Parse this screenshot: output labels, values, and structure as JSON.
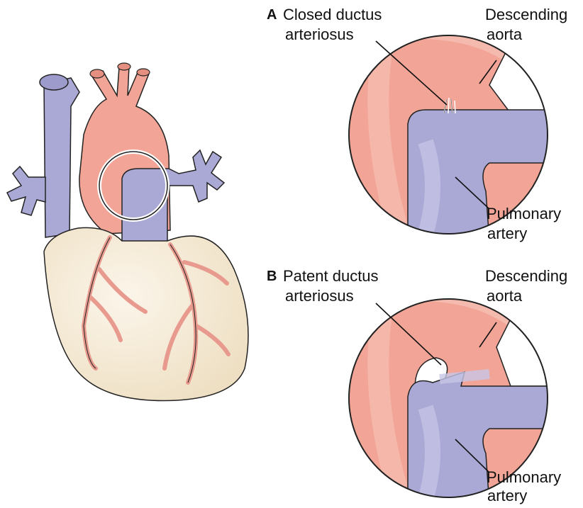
{
  "panel_a": {
    "letter": "A",
    "ductus_line1": "Closed ductus",
    "ductus_line2": "arteriosus",
    "aorta_line1": "Descending",
    "aorta_line2": "aorta",
    "artery_line1": "Pulmonary",
    "artery_line2": "artery"
  },
  "panel_b": {
    "letter": "B",
    "ductus_line1": "Patent ductus",
    "ductus_line2": "arteriosus",
    "aorta_line1": "Descending",
    "aorta_line2": "aorta",
    "artery_line1": "Pulmonary",
    "artery_line2": "artery"
  },
  "colors": {
    "aorta": "#f2a597",
    "aorta_light": "#f7c3b8",
    "pulmonary": "#aaa9d6",
    "pulmonary_light": "#c7c6e6",
    "heart": "#f6ecd9",
    "coronary": "#e89a8e"
  }
}
